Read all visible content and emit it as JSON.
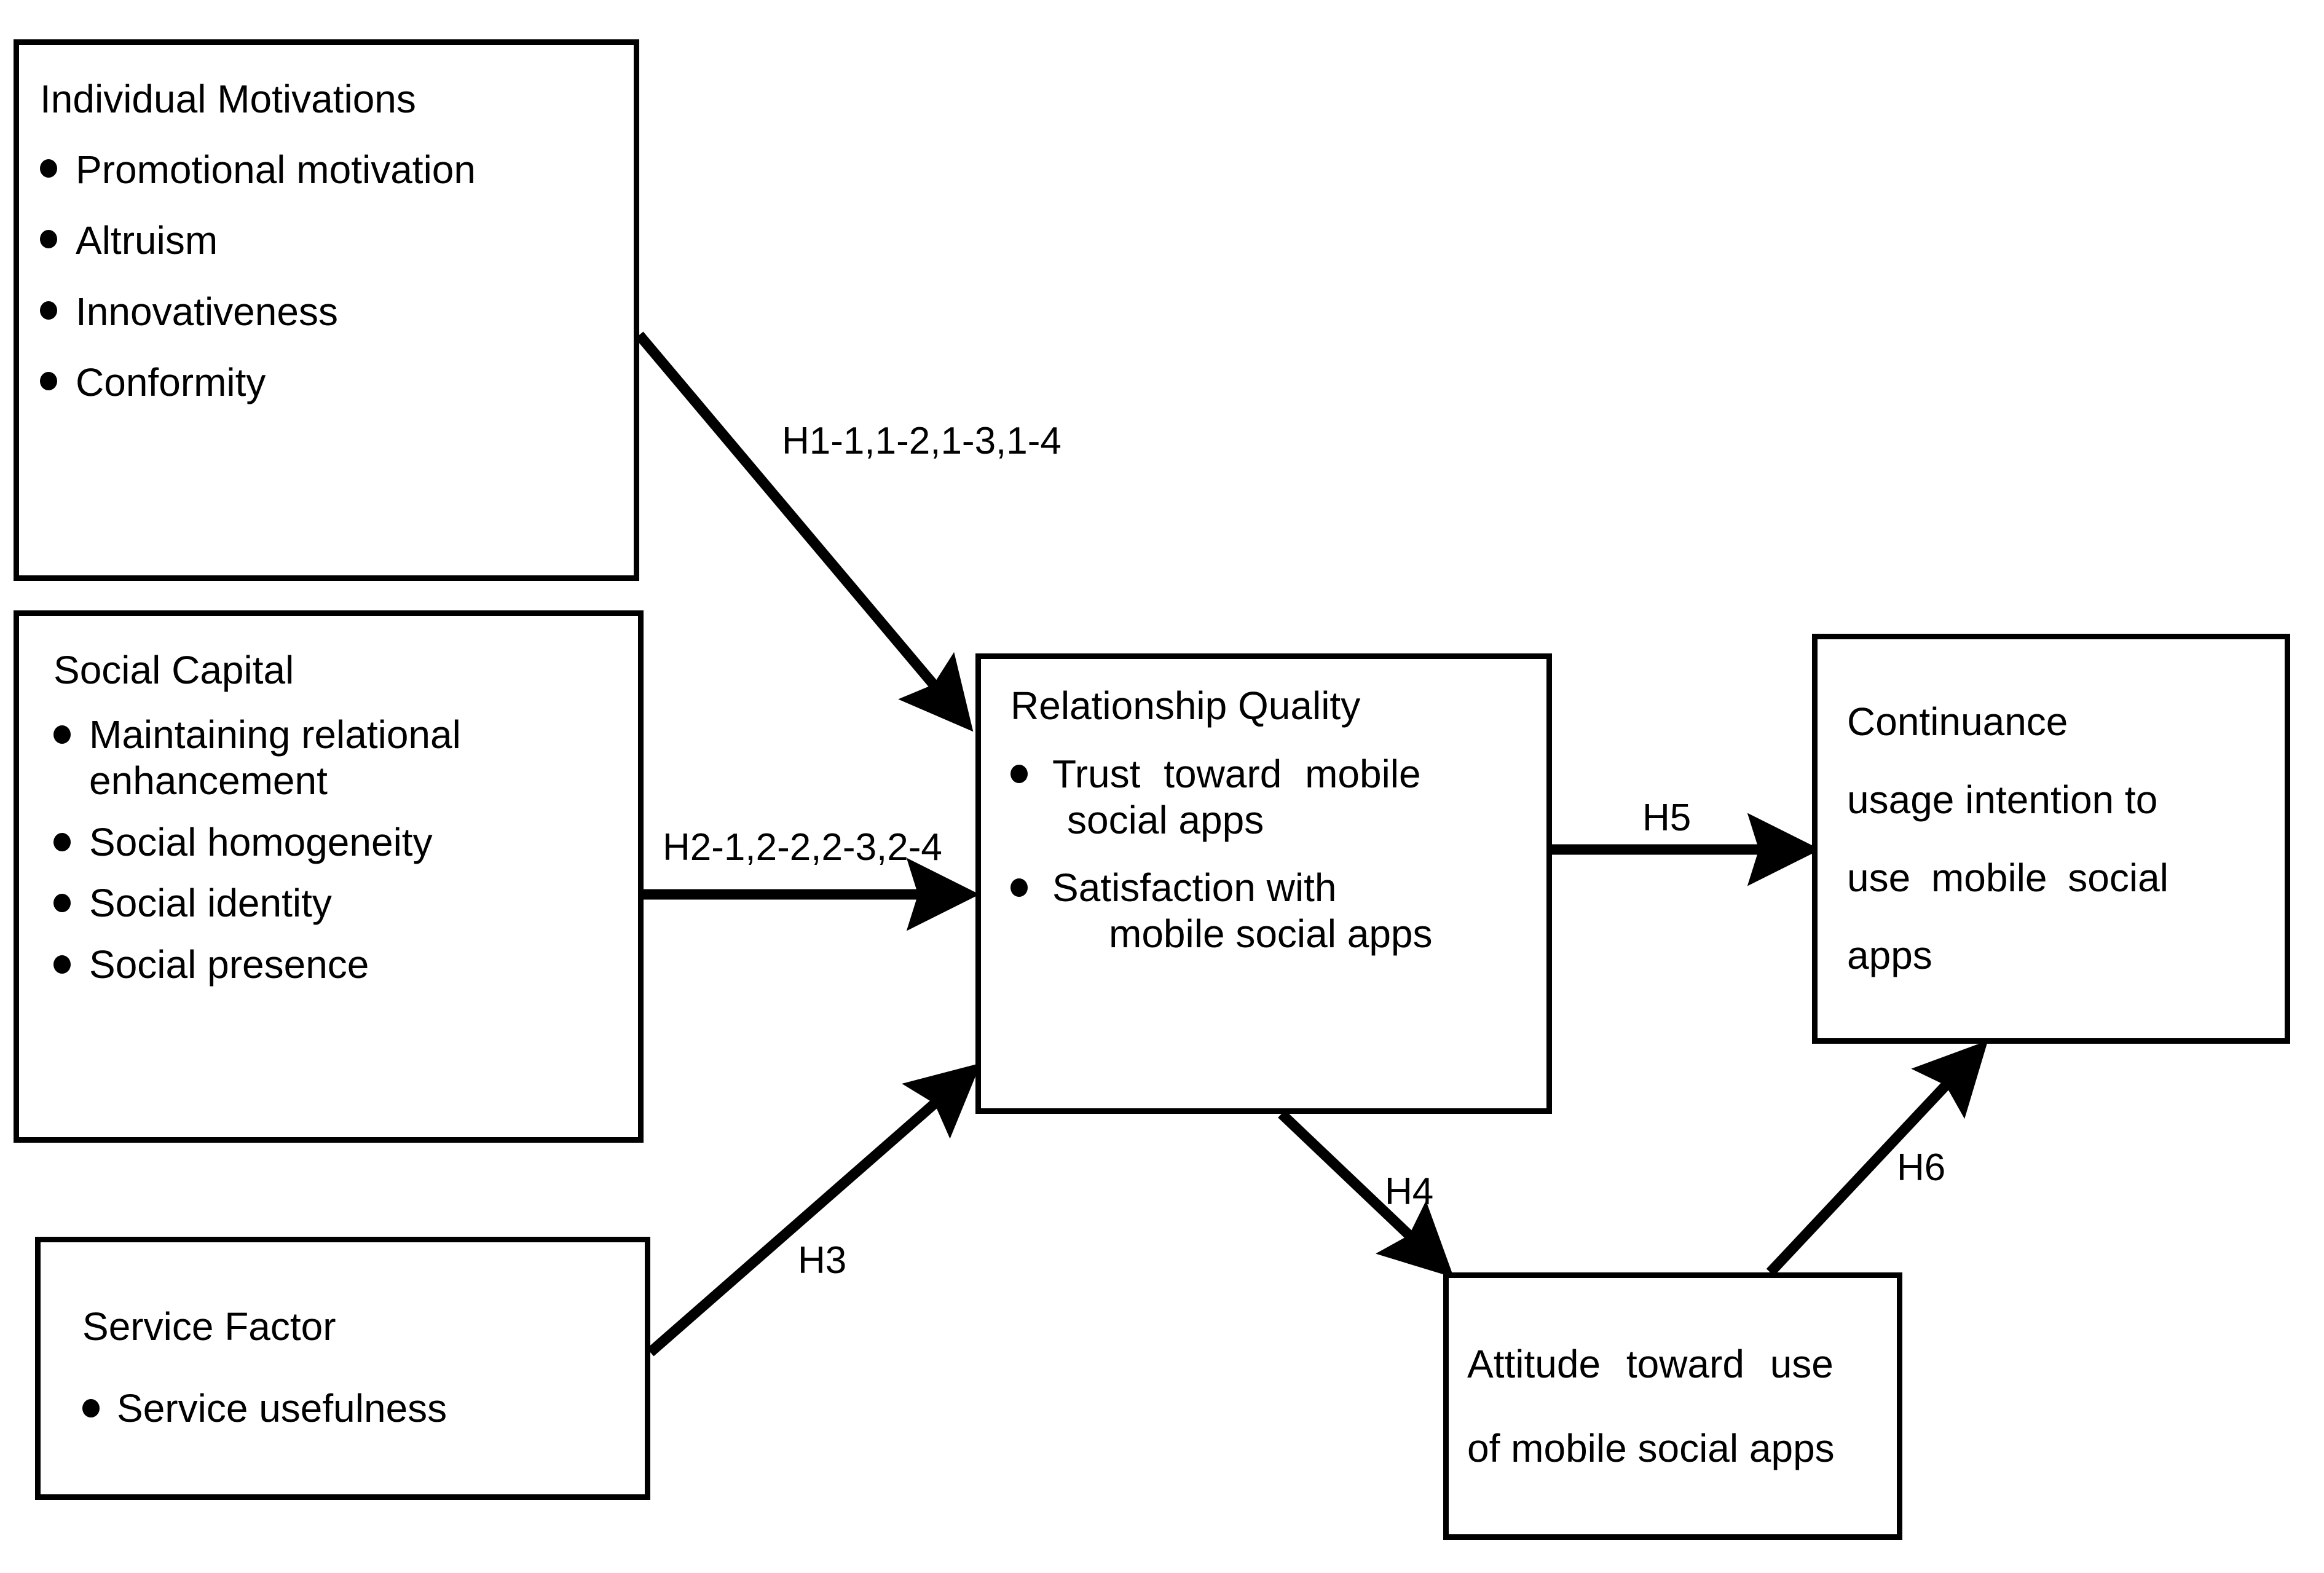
{
  "diagram": {
    "type": "research-model-path-diagram",
    "background_color": "#ffffff",
    "stroke_color": "#000000",
    "nodes": [
      {
        "id": "individual-motivations",
        "title": "Individual Motivations",
        "items": [
          "Promotional motivation",
          "Altruism",
          "Innovativeness",
          "Conformity"
        ]
      },
      {
        "id": "social-capital",
        "title": "Social Capital",
        "items": [
          "Maintaining relational",
          "enhancement",
          "Social homogeneity",
          "Social identity",
          "Social presence"
        ]
      },
      {
        "id": "service-factor",
        "title": "Service Factor",
        "items": [
          "Service usefulness"
        ]
      },
      {
        "id": "relationship-quality",
        "title": "Relationship Quality",
        "items": [
          "Trust toward mobile",
          "social apps",
          "Satisfaction with",
          "mobile social apps"
        ]
      },
      {
        "id": "continuance-usage-intention",
        "lines": [
          "Continuance",
          "usage intention to",
          "use mobile social",
          "apps"
        ]
      },
      {
        "id": "attitude-toward-use",
        "lines": [
          "Attitude toward use",
          "of mobile social apps"
        ]
      }
    ],
    "edges": [
      {
        "id": "h1",
        "label": "H1-1,1-2,1-3,1-4",
        "from": "individual-motivations",
        "to": "relationship-quality"
      },
      {
        "id": "h2",
        "label": "H2-1,2-2,2-3,2-4",
        "from": "social-capital",
        "to": "relationship-quality"
      },
      {
        "id": "h3",
        "label": "H3",
        "from": "service-factor",
        "to": "relationship-quality"
      },
      {
        "id": "h4",
        "label": "H4",
        "from": "relationship-quality",
        "to": "attitude-toward-use"
      },
      {
        "id": "h5",
        "label": "H5",
        "from": "relationship-quality",
        "to": "continuance-usage-intention"
      },
      {
        "id": "h6",
        "label": "H6",
        "from": "attitude-toward-use",
        "to": "continuance-usage-intention"
      }
    ]
  }
}
